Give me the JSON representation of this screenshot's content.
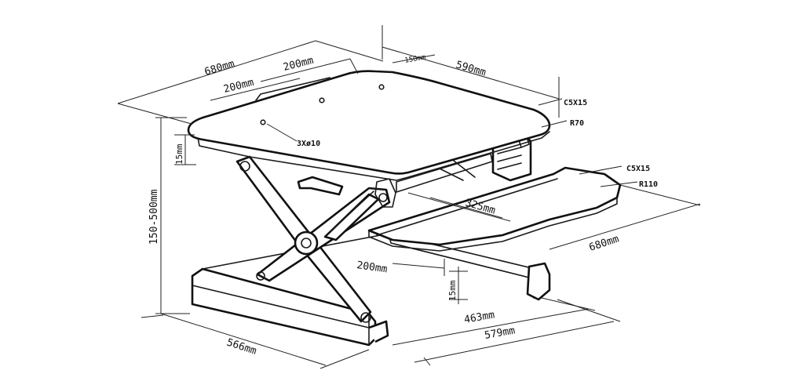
{
  "labels": {
    "top_width": "680mm",
    "top_depth": "590mm",
    "cutout_w1": "200mm",
    "cutout_w2": "200mm",
    "cutout_small": "150mm",
    "edge_chamfer_top": "C5X15",
    "corner_radius_top": "R70",
    "holes": "3Xø10",
    "top_thickness": "15mm",
    "height_range": "150-500mm",
    "keyboard_chamfer": "C5X15",
    "keyboard_radius": "R110",
    "keyboard_depth": "325mm",
    "keyboard_width": "680mm",
    "keyboard_offset": "200mm",
    "keyboard_thickness": "15mm",
    "base_depth": "566mm",
    "base_width_inner": "463mm",
    "base_width_outer": "579mm"
  }
}
